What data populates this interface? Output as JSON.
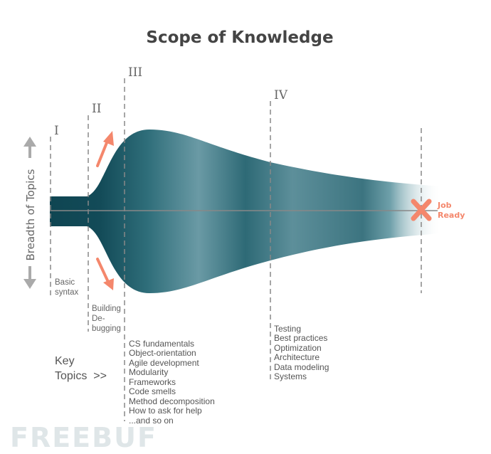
{
  "title": "Scope of Knowledge",
  "y_axis_label": "Breadth of Topics",
  "stages": [
    {
      "numeral": "I",
      "description": [
        "Basic",
        "syntax"
      ]
    },
    {
      "numeral": "II",
      "description": [
        "Building",
        "De-",
        "bugging"
      ]
    },
    {
      "numeral": "III",
      "description": []
    },
    {
      "numeral": "IV",
      "description": []
    }
  ],
  "key_topics_label": [
    "Key",
    "Topics  >>"
  ],
  "stage3_topics": [
    "CS fundamentals",
    "Object-orientation",
    "Agile development",
    "Modularity",
    "Frameworks",
    "Code smells",
    "Method decomposition",
    "How to ask for help",
    "...and so on"
  ],
  "stage4_topics": [
    "Testing",
    "Best practices",
    "Optimization",
    "Architecture",
    "Data modeling",
    "Systems"
  ],
  "end_marker": {
    "label": [
      "Job",
      "Ready"
    ],
    "color": "#f4876c"
  },
  "colors": {
    "shape_dark": "#0f4552",
    "shape_mid": "#2f6e7a",
    "shape_light": "#6a9aa5",
    "accent": "#f4876c",
    "arrows": "#aaaaaa"
  },
  "watermark": "FREEBUF"
}
